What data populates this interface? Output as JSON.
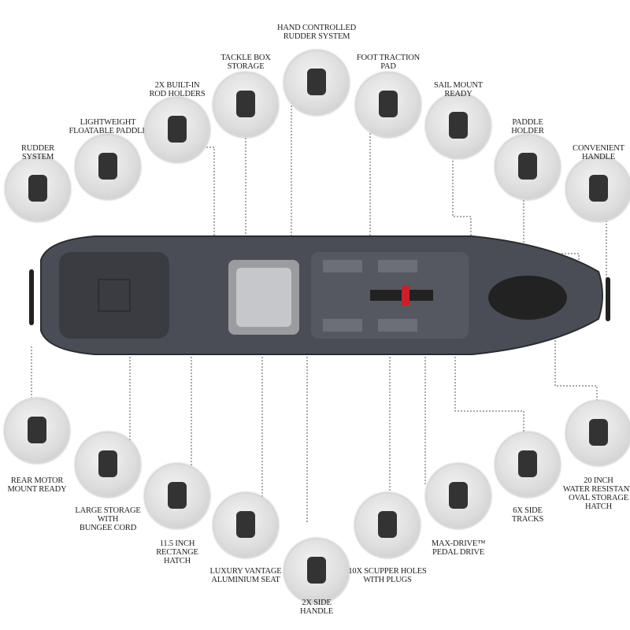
{
  "features_top": [
    {
      "id": "rudder-system",
      "lines": [
        "Rudder",
        "System"
      ],
      "icon": "rudder-icon"
    },
    {
      "id": "lightweight-paddle",
      "lines": [
        "Lightweight",
        "Floatable Paddle"
      ],
      "icon": "paddle-icon"
    },
    {
      "id": "rod-holders",
      "lines": [
        "2X Built-In",
        "Rod Holders"
      ],
      "icon": "rod-holder-icon"
    },
    {
      "id": "tackle-box",
      "lines": [
        "Tackle Box",
        "Storage"
      ],
      "icon": "tackle-box-icon"
    },
    {
      "id": "hand-rudder",
      "lines": [
        "Hand Controlled",
        "Rudder System"
      ],
      "icon": "rudder-control-icon"
    },
    {
      "id": "foot-traction",
      "lines": [
        "Foot Traction",
        "Pad"
      ],
      "icon": "traction-pad-icon"
    },
    {
      "id": "sail-mount",
      "lines": [
        "Sail Mount",
        "Ready"
      ],
      "icon": "sail-mount-icon"
    },
    {
      "id": "paddle-holder",
      "lines": [
        "Paddle",
        "Holder"
      ],
      "icon": "paddle-holder-icon"
    },
    {
      "id": "convenient-handle",
      "lines": [
        "Convenient",
        "Handle"
      ],
      "icon": "handle-icon"
    }
  ],
  "features_bottom": [
    {
      "id": "rear-motor",
      "lines": [
        "Rear Motor",
        "Mount Ready"
      ],
      "icon": "motor-mount-icon"
    },
    {
      "id": "large-storage",
      "lines": [
        "Large Storage",
        "With",
        "Bungee Cord"
      ],
      "icon": "storage-icon"
    },
    {
      "id": "rect-hatch",
      "lines": [
        "11.5 Inch",
        "Rectange",
        "Hatch"
      ],
      "icon": "hatch-icon"
    },
    {
      "id": "seat",
      "lines": [
        "Luxury Vantage",
        "Aluminium Seat"
      ],
      "icon": "seat-icon"
    },
    {
      "id": "side-handle",
      "lines": [
        "2X Side",
        "Handle"
      ],
      "icon": "side-handle-icon"
    },
    {
      "id": "scupper",
      "lines": [
        "10X Scupper Holes",
        "With Plugs"
      ],
      "icon": "scupper-plug-icon"
    },
    {
      "id": "max-drive",
      "lines": [
        "Max-Drive™",
        "Pedal Drive"
      ],
      "icon": "pedal-drive-icon"
    },
    {
      "id": "side-tracks",
      "lines": [
        "6X Side",
        "Tracks"
      ],
      "icon": "track-icon"
    },
    {
      "id": "oval-hatch",
      "lines": [
        "20 Inch",
        "Water Resistant",
        "Oval Storage",
        "Hatch"
      ],
      "icon": "oval-hatch-icon"
    }
  ],
  "colors": {
    "hull": "#4a4d55",
    "deck": "#2f3137",
    "accent": "#c8202a"
  }
}
